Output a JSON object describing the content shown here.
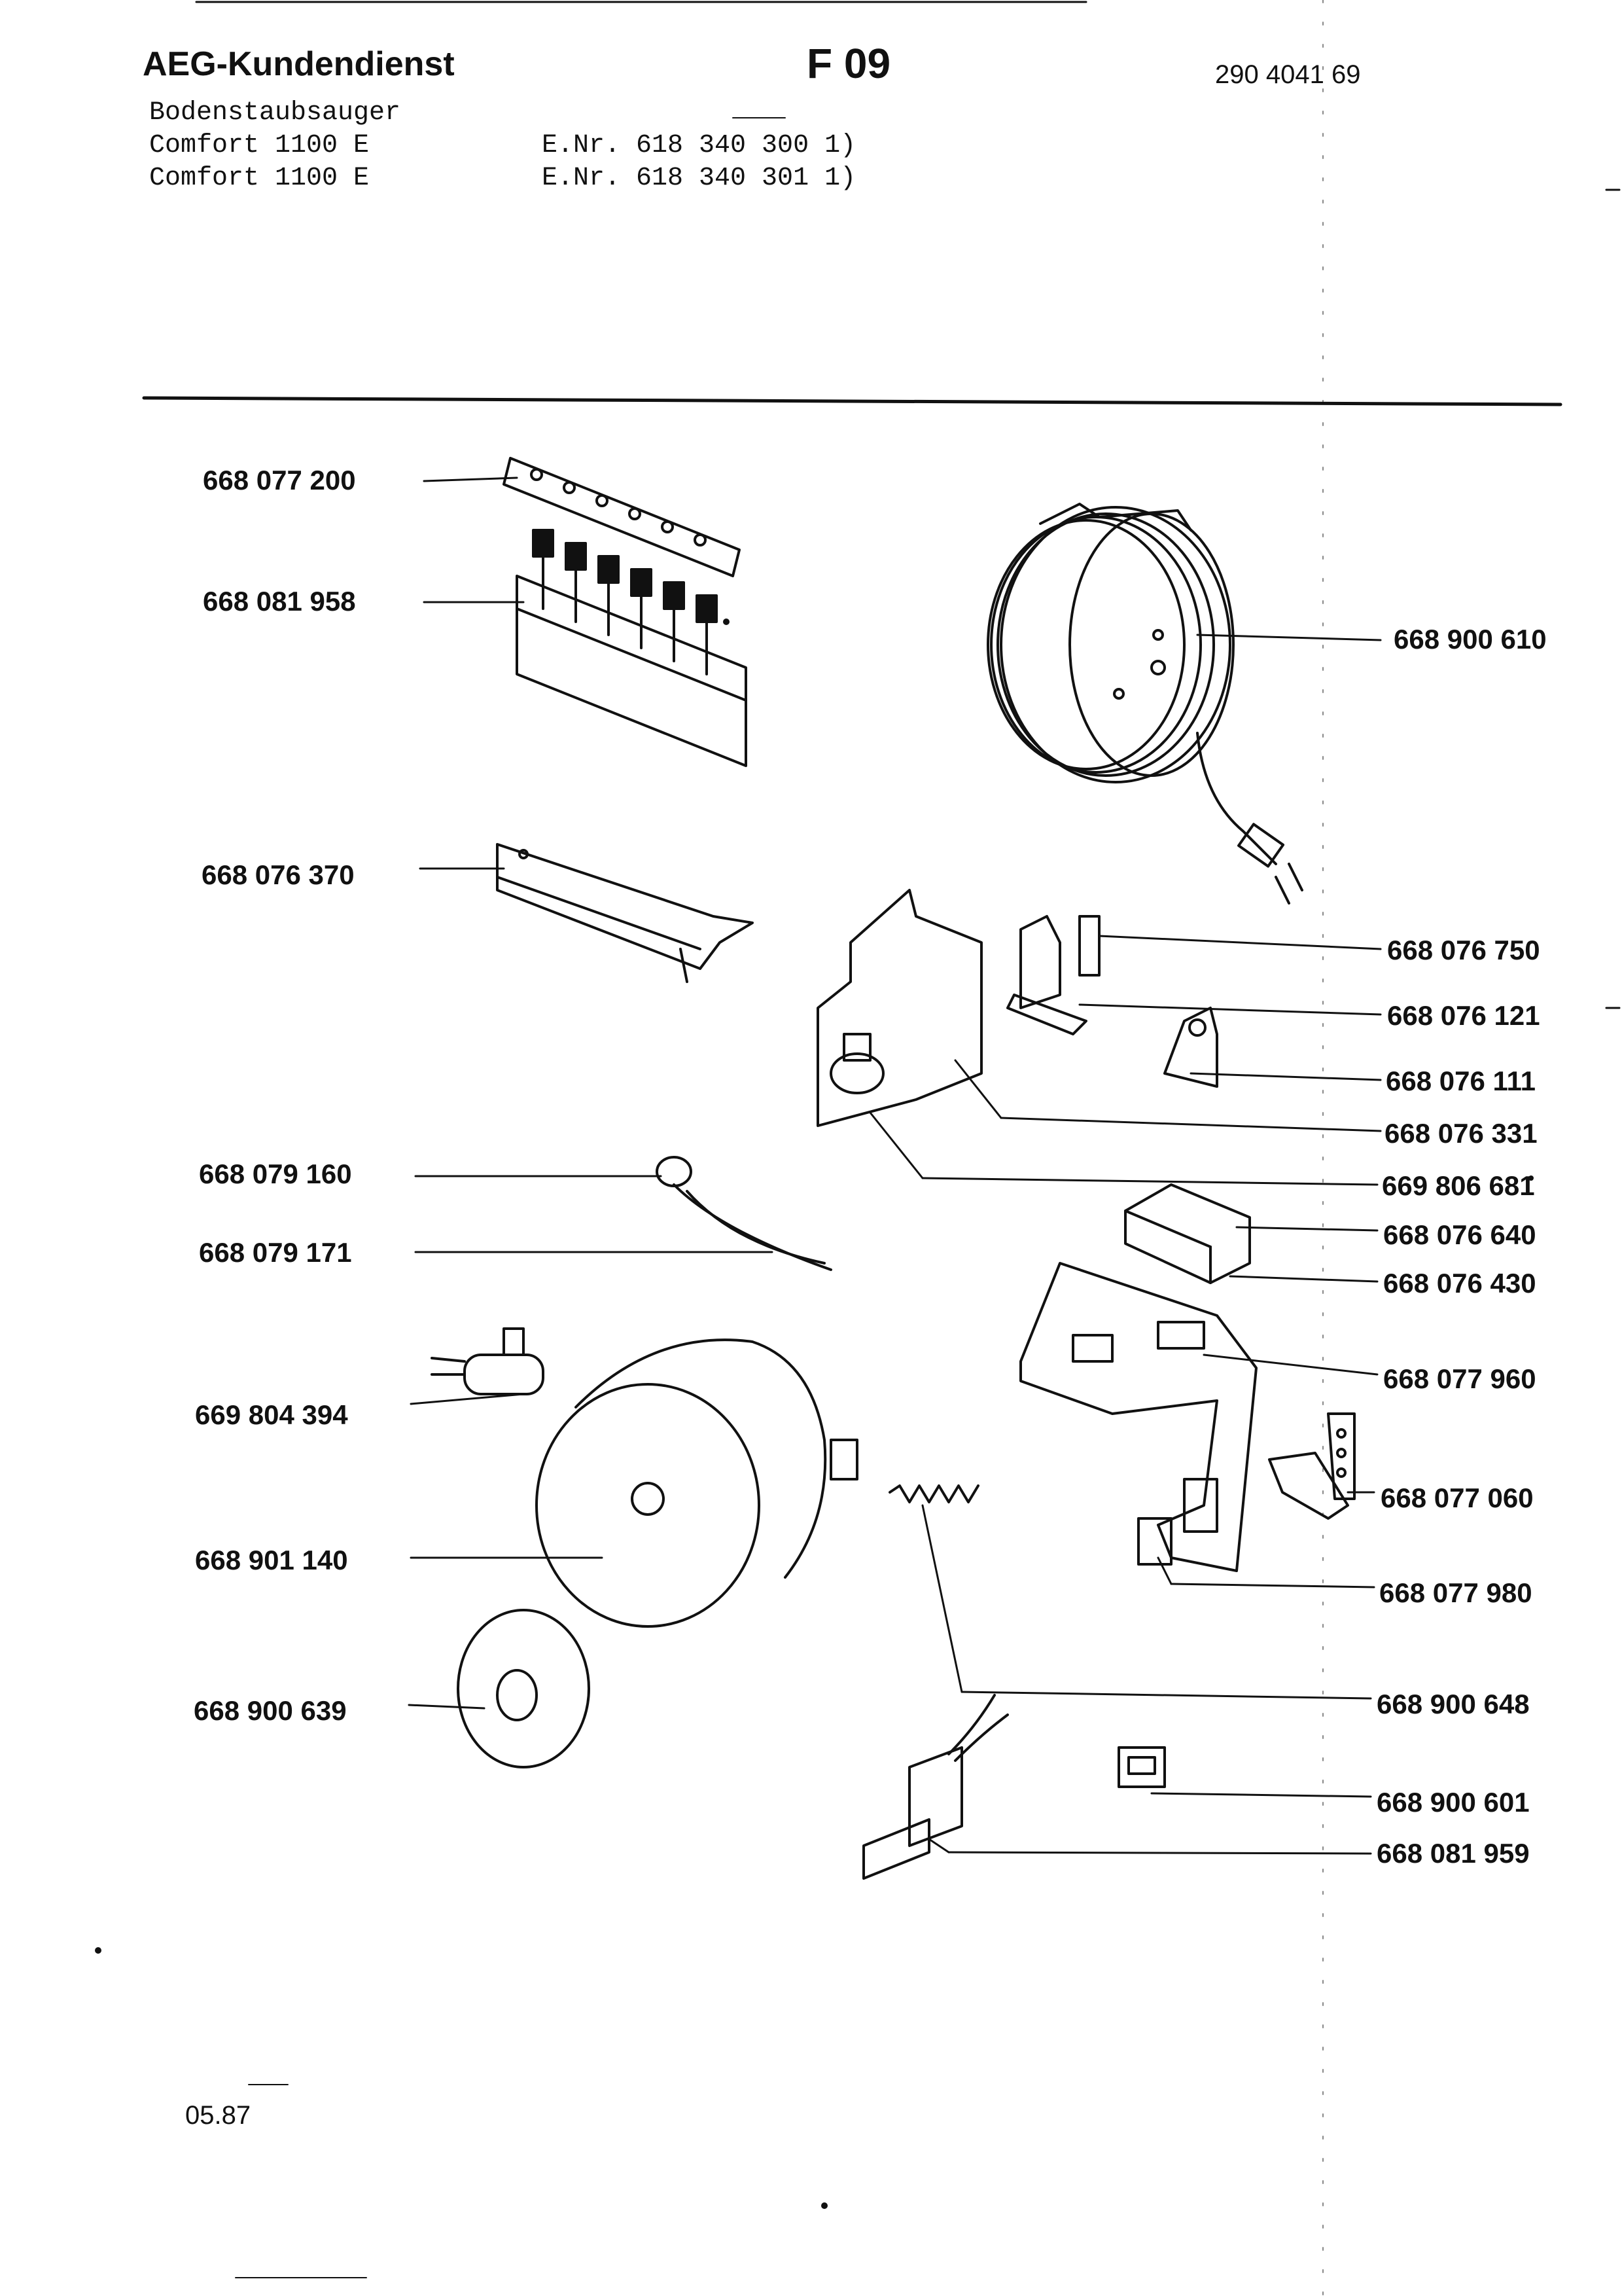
{
  "header": {
    "brand": "AEG-Kundendienst",
    "sheet": "F 09",
    "doc_number": "290 4041 69",
    "product_type": "Bodenstaubsauger",
    "models": [
      {
        "name": "Comfort 1100 E",
        "enr": "E.Nr. 618 340 300  1)"
      },
      {
        "name": "Comfort 1100 E",
        "enr": "E.Nr. 618 340 301  1)"
      }
    ]
  },
  "parts": [
    {
      "number": "668 077 200",
      "part": "contact-strip"
    },
    {
      "number": "668 081 958",
      "part": "switch-block"
    },
    {
      "number": "668 076 370",
      "part": "mounting-plate"
    },
    {
      "number": "668 079 160",
      "part": "wire-clamp"
    },
    {
      "number": "668 079 171",
      "part": "cable-lead"
    },
    {
      "number": "669 804 394",
      "part": "capacitor"
    },
    {
      "number": "668 901 140",
      "part": "motor"
    },
    {
      "number": "668 900 639",
      "part": "fan-disc"
    },
    {
      "number": "668 900 610",
      "part": "cable-reel"
    },
    {
      "number": "668 076 750",
      "part": "bracket"
    },
    {
      "number": "668 076 121",
      "part": "bracket-base"
    },
    {
      "number": "668 076 111",
      "part": "clip"
    },
    {
      "number": "668 076 331",
      "part": "frame-plate"
    },
    {
      "number": "669 806 681",
      "part": "knob"
    },
    {
      "number": "668 076 640",
      "part": "cap"
    },
    {
      "number": "668 076 430",
      "part": "holder"
    },
    {
      "number": "668 077 960",
      "part": "motor-bracket"
    },
    {
      "number": "668 077 060",
      "part": "contact-lug"
    },
    {
      "number": "668 077 980",
      "part": "terminal"
    },
    {
      "number": "668 900 648",
      "part": "spring"
    },
    {
      "number": "668 900 601",
      "part": "switch"
    },
    {
      "number": "668 081 959",
      "part": "carbon-brush"
    }
  ],
  "footer": {
    "date": "05.87"
  }
}
